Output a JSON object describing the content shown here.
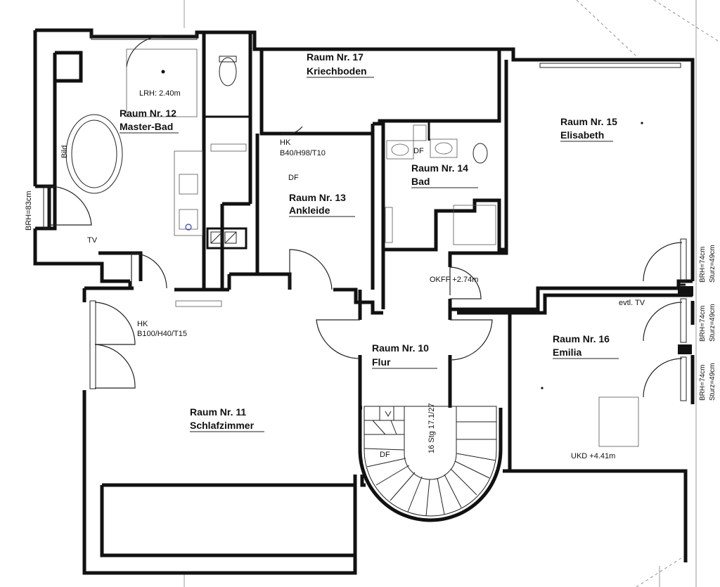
{
  "rooms": {
    "r10": {
      "number": "Raum Nr. 10",
      "name": "Flur"
    },
    "r11": {
      "number": "Raum Nr. 11",
      "name": "Schlafzimmer"
    },
    "r12": {
      "number": "Raum Nr. 12",
      "name": "Master-Bad"
    },
    "r13": {
      "number": "Raum Nr. 13",
      "name": "Ankleide"
    },
    "r14": {
      "number": "Raum Nr. 14",
      "name": "Bad"
    },
    "r15": {
      "number": "Raum Nr. 15",
      "name": "Elisabeth"
    },
    "r16": {
      "number": "Raum Nr. 16",
      "name": "Emilia"
    },
    "r17": {
      "number": "Raum Nr. 17",
      "name": "Kriechboden"
    }
  },
  "annotations": {
    "lrh": "LRH: 2.40m",
    "bild": "Bild",
    "tv": "TV",
    "evtl_tv": "evtl. TV",
    "brh_83": "BRH=83cm",
    "hk_ankleide_1": "HK",
    "hk_ankleide_2": "B40/H98/T10",
    "hk_schlaf_1": "HK",
    "hk_schlaf_2": "B100/H40/T15",
    "df_ankleide": "DF",
    "df_bad": "DF",
    "df_stair": "DF",
    "okff": "OKFF +2.74m",
    "ukd": "UKD +4.41m",
    "stair": "16 Stg 17.1/27",
    "brh_74": "BRH=74cm",
    "sturz_49": "Sturz=49cm"
  }
}
